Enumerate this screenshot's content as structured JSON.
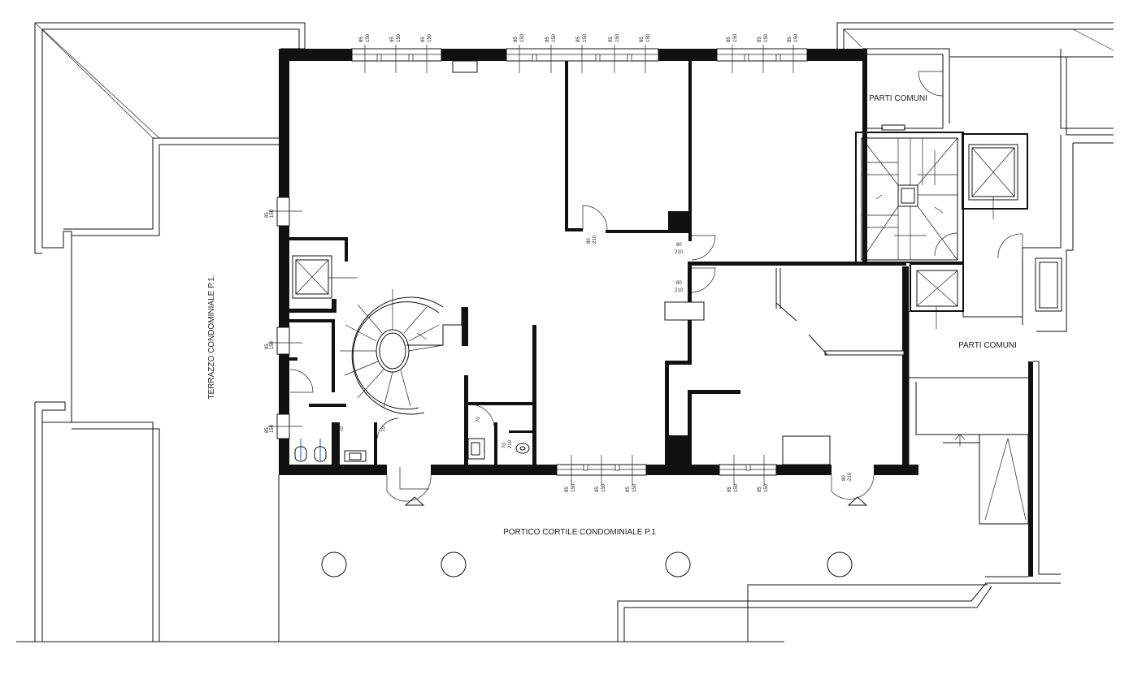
{
  "labels": {
    "terrace": "TERRAZZO CONDOMINIALE  P.1.",
    "portico": "PORTICO CORTILE CONDOMINIALE  P.1",
    "common_top": "PARTI COMUNI",
    "common_right": "PARTI COMUNI"
  },
  "window_dims": {
    "top": "85\n150",
    "bottom_85_150": "85\n150",
    "bottom_85_150b": "85\n150",
    "door_80_210": "80\n210",
    "door_70_210": "70\n210"
  },
  "window_top_a": "85",
  "window_top_b": "150",
  "door_80": "80",
  "door_210": "210",
  "door_70": "70",
  "icons": {
    "lift_left": "elevator-shaft-icon",
    "lift_center": "elevator-shaft-icon",
    "lift_right": "elevator-shaft-icon",
    "spiral_stair": "spiral-staircase-icon",
    "stair": "staircase-icon",
    "column": "column-icon",
    "entrance": "entrance-triangle-icon"
  },
  "colors": {
    "lines": "#111111",
    "fixtures": "#1a5bb8",
    "background": "#ffffff"
  }
}
